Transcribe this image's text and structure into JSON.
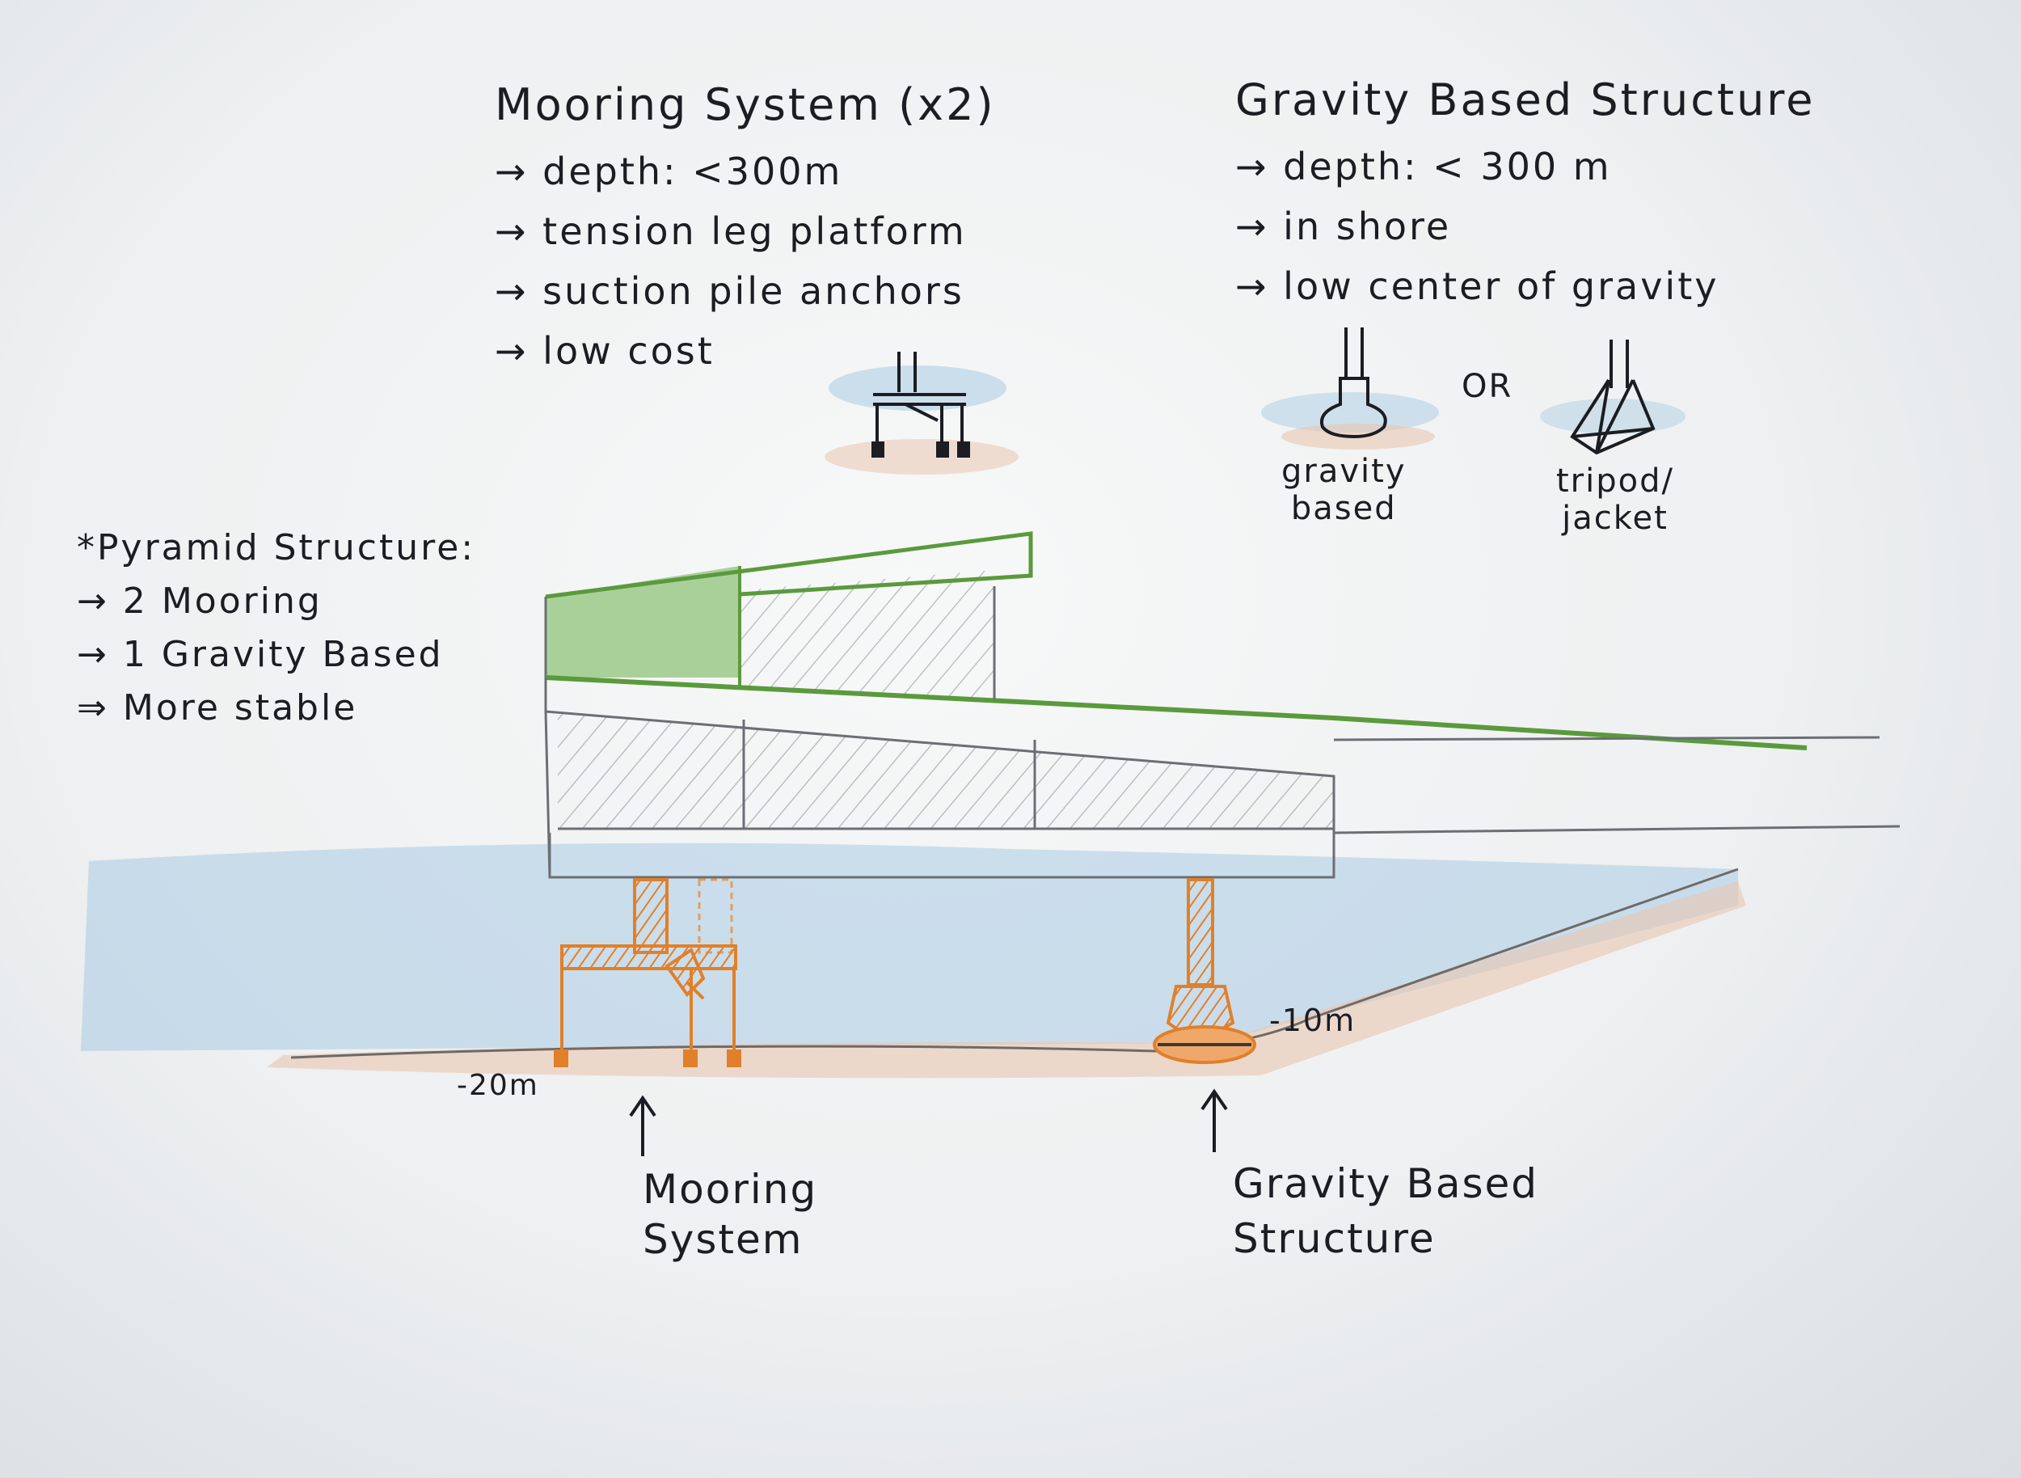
{
  "mooring_notes": {
    "title": "Mooring System (x2)",
    "lines": [
      "→ depth: <300m",
      "→ tension leg platform",
      "→ suction pile anchors",
      "→ low cost"
    ]
  },
  "gravity_notes": {
    "title": "Gravity Based Structure",
    "lines": [
      "→ depth: < 300 m",
      "→ in shore",
      "→ low center of gravity"
    ]
  },
  "foundation_options": {
    "option_a_label": [
      "gravity",
      "based"
    ],
    "or_label": "OR",
    "option_b_label": [
      "tripod/",
      "jacket"
    ]
  },
  "pyramid_notes": {
    "title": "*Pyramid Structure:",
    "lines": [
      "→ 2 Mooring",
      "→ 1 Gravity Based",
      "⇒ More stable"
    ]
  },
  "depth_labels": {
    "mooring_depth": "-20m",
    "gravity_depth": "-10m"
  },
  "callouts": {
    "mooring": [
      "Mooring",
      "System"
    ],
    "gravity": [
      "Gravity Based",
      "Structure"
    ]
  },
  "colors": {
    "ink": "#1b1d22",
    "roof_green": "#5a9a3c",
    "foundation_orange": "#e0802a",
    "water_blue": "#a9cbe3",
    "seabed_peach": "#e9c6b0"
  }
}
